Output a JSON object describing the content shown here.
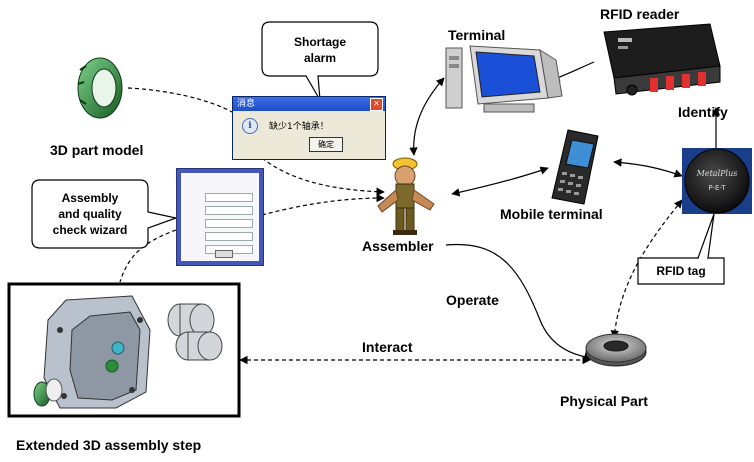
{
  "labels": {
    "part_model": "3D part model",
    "terminal": "Terminal",
    "rfid_reader": "RFID reader",
    "identify": "Identify",
    "assembler": "Assembler",
    "mobile_terminal": "Mobile terminal",
    "operate": "Operate",
    "interact": "Interact",
    "physical_part": "Physical Part",
    "extended_step": "Extended 3D assembly step"
  },
  "callouts": {
    "shortage_line1": "Shortage",
    "shortage_line2": "alarm",
    "wizard_line1": "Assembly",
    "wizard_line2": "and quality",
    "wizard_line3": "check wizard",
    "rfid_tag": "RFID tag"
  },
  "dialog": {
    "title": "消息",
    "message": "缺少1个轴承！",
    "ok_button": "确定",
    "close_glyph": "✕",
    "info_glyph": "i"
  },
  "rfid_tag_print": {
    "line1": "MetalPlus",
    "line2": "P-E-T"
  },
  "colors": {
    "arrow": "#000000",
    "monitor_screen": "#1a4fd8",
    "part_green": "#2e8b3a",
    "wizard_frame": "#4457b8"
  }
}
